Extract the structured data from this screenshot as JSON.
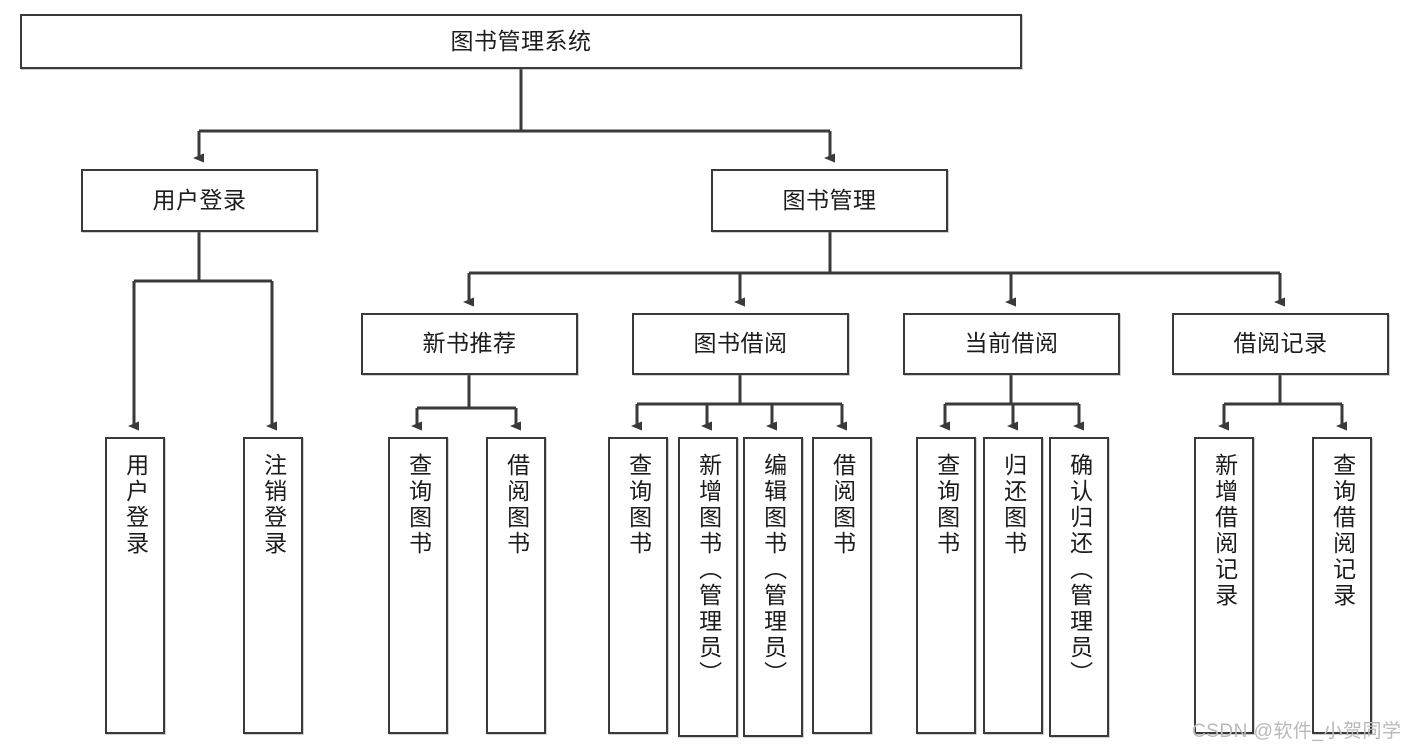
{
  "diagram": {
    "title": "图书管理系统",
    "type": "tree-hierarchy-diagram",
    "stroke_color": "#3a3a3a",
    "text_color": "#1c1c1c",
    "background_color": "#ffffff"
  },
  "nodes": {
    "root": {
      "label": "图书管理系统"
    },
    "level2": [
      {
        "label": "用户登录"
      },
      {
        "label": "图书管理"
      }
    ],
    "level3": [
      {
        "label": "新书推荐"
      },
      {
        "label": "图书借阅"
      },
      {
        "label": "当前借阅"
      },
      {
        "label": "借阅记录"
      }
    ],
    "leaves_user_login": [
      {
        "label": "用户登录"
      },
      {
        "label": "注销登录"
      }
    ],
    "leaves_new_book": [
      {
        "label": "查询图书"
      },
      {
        "label": "借阅图书"
      }
    ],
    "leaves_borrow": [
      {
        "label": "查询图书"
      },
      {
        "label": "新增图书（管理员）"
      },
      {
        "label": "编辑图书（管理员）"
      },
      {
        "label": "借阅图书"
      }
    ],
    "leaves_current": [
      {
        "label": "查询图书"
      },
      {
        "label": "归还图书"
      },
      {
        "label": "确认归还（管理员）"
      }
    ],
    "leaves_records": [
      {
        "label": "新增借阅记录"
      },
      {
        "label": "查询借阅记录"
      }
    ]
  },
  "watermark": {
    "text": "CSDN @软件_小贺同学"
  }
}
